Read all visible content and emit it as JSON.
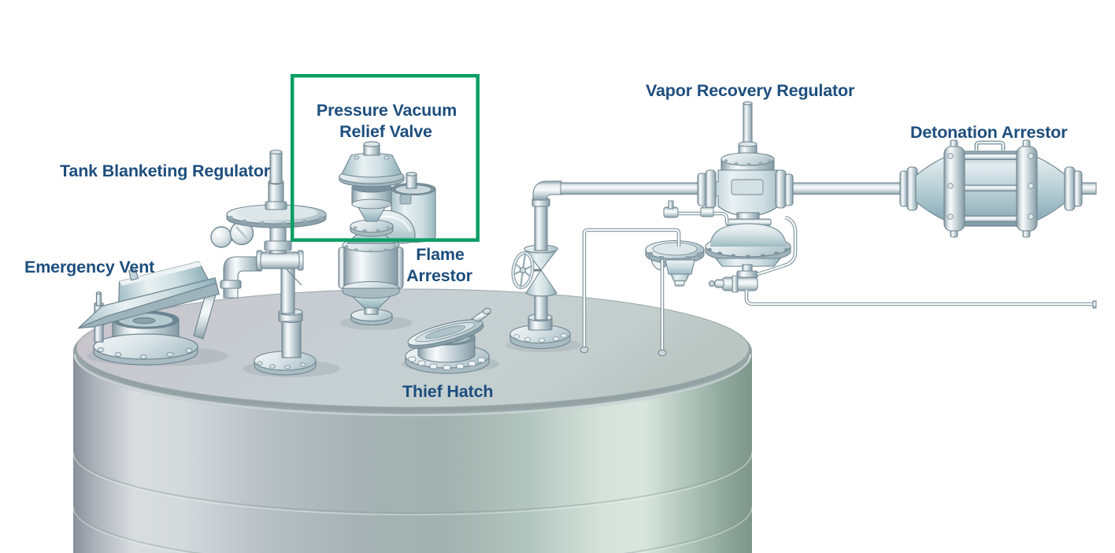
{
  "figure": {
    "type": "tank-vapor-control-equipment-diagram",
    "background": "#ffffff",
    "labels": {
      "emergency_vent": "Emergency Vent",
      "tank_blanketing_regulator": "Tank Blanketing Regulator",
      "pvrv_line1": "Pressure Vacuum",
      "pvrv_line2": "Relief Valve",
      "flame_arrestor_line1": "Flame",
      "flame_arrestor_line2": "Arrestor",
      "thief_hatch": "Thief Hatch",
      "vapor_recovery_regulator": "Vapor Recovery Regulator",
      "detonation_arrestor": "Detonation Arrestor"
    },
    "highlight": {
      "component": "Pressure Vacuum Relief Valve",
      "color": "#0a9e64"
    },
    "colors": {
      "label_text": "#1d4e7e"
    }
  }
}
